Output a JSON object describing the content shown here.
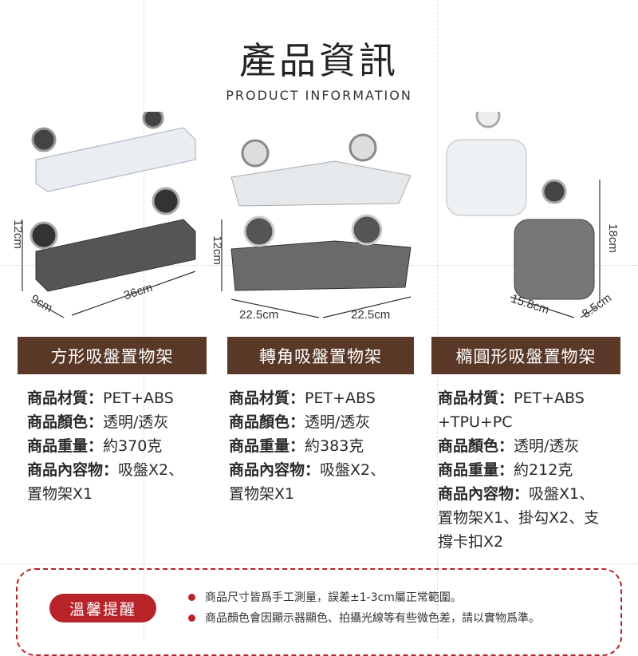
{
  "header": {
    "title": "產品資訊",
    "subtitle": "PRODUCT INFORMATION"
  },
  "products": [
    {
      "name": "方形吸盤置物架",
      "dimensions": [
        "12cm",
        "9cm",
        "36cm"
      ],
      "specs": [
        {
          "label": "商品材質：",
          "value": "PET+ABS"
        },
        {
          "label": "商品顏色：",
          "value": "透明/透灰"
        },
        {
          "label": "商品重量：",
          "value": "約370克"
        },
        {
          "label": "商品內容物：",
          "value": "吸盤X2、"
        },
        {
          "label": "",
          "value": "置物架X1"
        }
      ]
    },
    {
      "name": "轉角吸盤置物架",
      "dimensions": [
        "12cm",
        "22.5cm",
        "22.5cm"
      ],
      "specs": [
        {
          "label": "商品材質：",
          "value": "PET+ABS"
        },
        {
          "label": "商品顏色：",
          "value": "透明/透灰"
        },
        {
          "label": "商品重量：",
          "value": "約383克"
        },
        {
          "label": "商品內容物：",
          "value": "吸盤X2、"
        },
        {
          "label": "",
          "value": "置物架X1"
        }
      ]
    },
    {
      "name": "橢圓形吸盤置物架",
      "dimensions": [
        "18cm",
        "15.8cm",
        "8.5cm"
      ],
      "specs": [
        {
          "label": "商品材質：",
          "value": "PET+ABS"
        },
        {
          "label": "",
          "value": "+TPU+PC"
        },
        {
          "label": "商品顏色：",
          "value": "透明/透灰"
        },
        {
          "label": "商品重量：",
          "value": "約212克"
        },
        {
          "label": "商品內容物：",
          "value": "吸盤X1、"
        },
        {
          "label": "",
          "value": "置物架X1、掛勾X2、支"
        },
        {
          "label": "",
          "value": "撐卡扣X2"
        }
      ]
    }
  ],
  "notice": {
    "badge": "溫馨提醒",
    "items": [
      "商品尺寸皆爲手工測量，誤差±1-3cm屬正常範圍。",
      "商品顏色會因顯示器顯色、拍攝光線等有些微色差，請以實物爲準。"
    ]
  },
  "colors": {
    "header_bg": "#5a3828",
    "accent_red": "#b8232a"
  }
}
